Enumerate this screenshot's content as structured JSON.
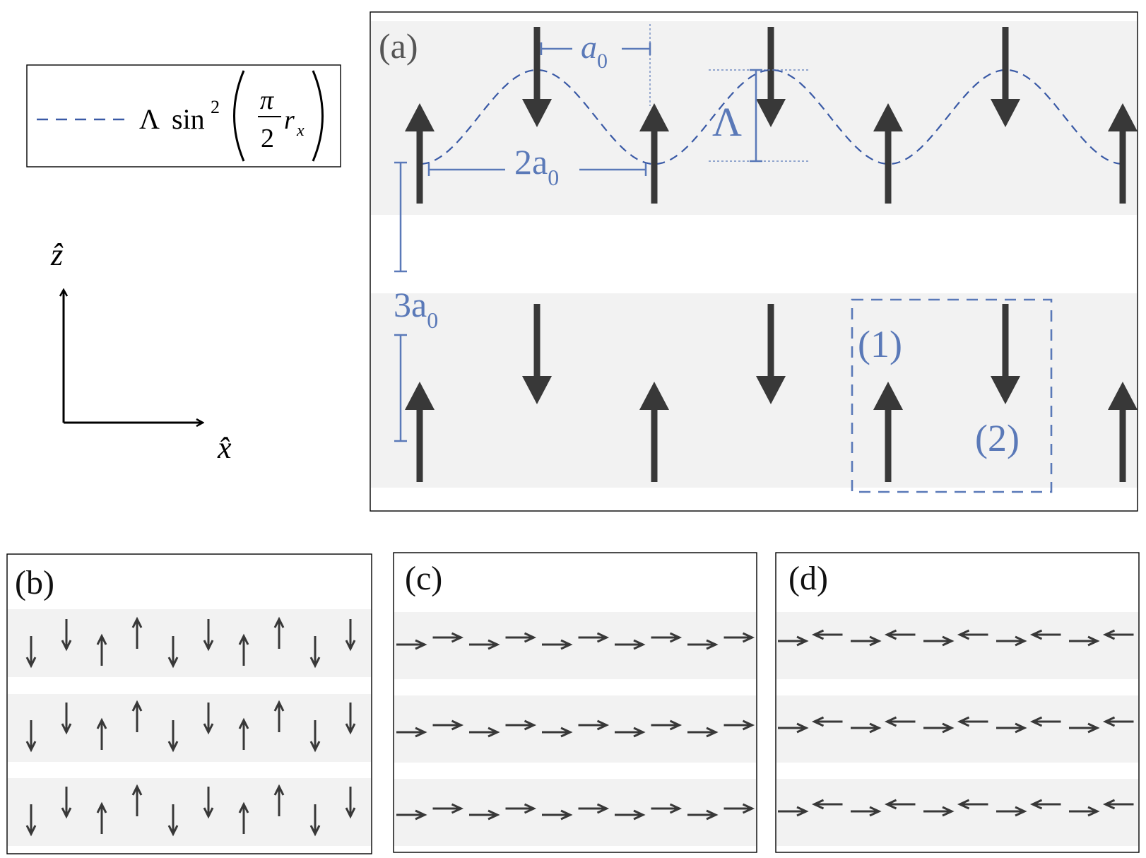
{
  "legend": {
    "line_style": "dashed",
    "expression": "Λ sin² ( π / 2 · r_x )",
    "symbol_lambda": "Λ",
    "symbol_sin": "sin",
    "symbol_sq": "2",
    "symbol_pi": "π",
    "symbol_two": "2",
    "symbol_r": "r",
    "symbol_x_sub": "x"
  },
  "axes": {
    "vertical_label": "ẑ",
    "horizontal_label": "x̂"
  },
  "panel_a": {
    "label": "(a)",
    "dim_a0": "a",
    "dim_2a0_prefix": "2a",
    "dim_3a0_prefix": "3a",
    "dim_sub": "0",
    "dim_lambda": "Λ",
    "cell_label_1": "(1)",
    "cell_label_2": "(2)",
    "top_row_spins": [
      "up",
      "down",
      "up",
      "down",
      "up",
      "down",
      "up"
    ],
    "bottom_row_spins": [
      "up",
      "down",
      "up",
      "down",
      "up",
      "down",
      "up"
    ]
  },
  "panel_b": {
    "label": "(b)",
    "row_spins": [
      "down",
      "down",
      "up",
      "up",
      "down",
      "down",
      "up",
      "up",
      "down",
      "down"
    ]
  },
  "panel_c": {
    "label": "(c)",
    "row_spins": [
      "right",
      "right",
      "right",
      "right",
      "right",
      "right",
      "right",
      "right",
      "right",
      "right"
    ]
  },
  "panel_d": {
    "label": "(d)",
    "row_spins": [
      "right",
      "left",
      "right",
      "left",
      "right",
      "left",
      "right",
      "left",
      "right",
      "left"
    ]
  },
  "colors": {
    "accent_blue": "#5a79b8",
    "curve_blue": "#3a5aa6",
    "arrow_dark": "#383838",
    "band_gray": "#f2f2f2",
    "frame": "#000000"
  }
}
